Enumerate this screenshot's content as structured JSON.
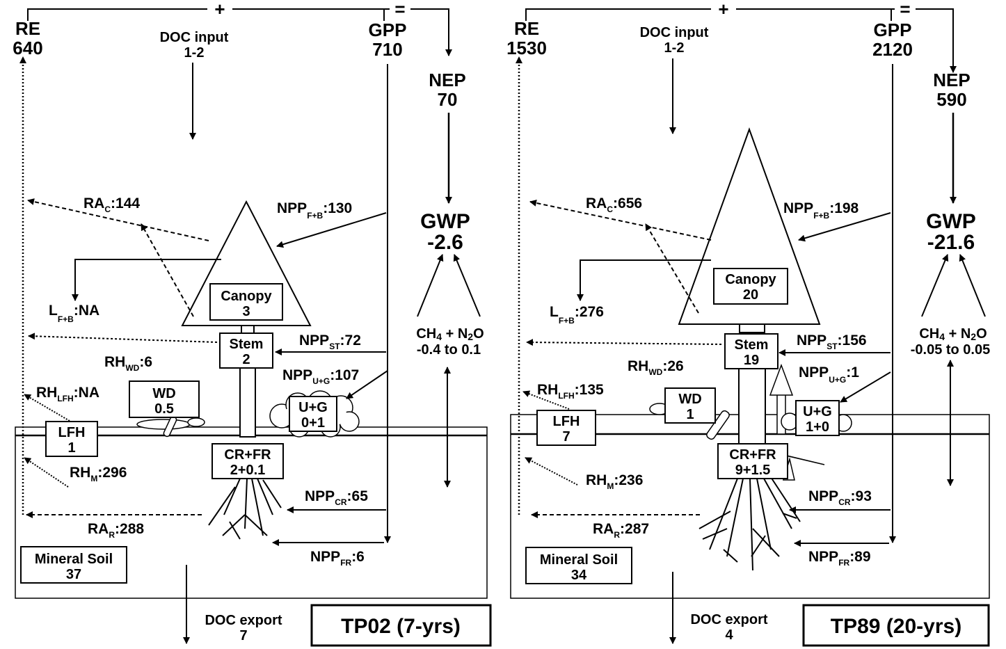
{
  "panels": [
    {
      "id": "tp02",
      "title": "TP02 (7-yrs)",
      "plus": "+",
      "equals": "=",
      "re": {
        "label": "RE",
        "value": "640"
      },
      "gpp": {
        "label": "GPP",
        "value": "710"
      },
      "nep": {
        "label": "NEP",
        "value": "70"
      },
      "gwp": {
        "label": "GWP",
        "value": "-2.6"
      },
      "doc_input": {
        "label": "DOC input",
        "value": "1-2"
      },
      "doc_export": {
        "label": "DOC export",
        "value": "7"
      },
      "gas": {
        "ch4": "CH",
        "ch4_sub": "4",
        "plus": "+",
        "n": "N",
        "n_sub": "2",
        "o": "O",
        "range": "-0.4 to 0.1"
      },
      "ra_c": {
        "base": "RA",
        "sub": "C",
        "value": ":144"
      },
      "npp_fb": {
        "base": "NPP",
        "sub": "F+B",
        "value": ":130"
      },
      "l_fb": {
        "base": "L",
        "sub": "F+B",
        "value": ":NA"
      },
      "canopy": {
        "label": "Canopy",
        "value": "3"
      },
      "stem": {
        "label": "Stem",
        "value": "2"
      },
      "npp_st": {
        "base": "NPP",
        "sub": "ST",
        "value": ":72"
      },
      "rh_wd": {
        "base": "RH",
        "sub": "WD",
        "value": ":6"
      },
      "npp_ug": {
        "base": "NPP",
        "sub": "U+G",
        "value": ":107"
      },
      "wd": {
        "label": "WD",
        "value": "0.5"
      },
      "rh_lfh": {
        "base": "RH",
        "sub": "LFH",
        "value": ":NA"
      },
      "ug": {
        "label": "U+G",
        "value": "0+1"
      },
      "lfh": {
        "label": "LFH",
        "value": "1"
      },
      "crfr": {
        "label": "CR+FR",
        "value": "2+0.1"
      },
      "rh_m": {
        "base": "RH",
        "sub": "M",
        "value": ":296"
      },
      "npp_cr": {
        "base": "NPP",
        "sub": "CR",
        "value": ":65"
      },
      "ra_r": {
        "base": "RA",
        "sub": "R",
        "value": ":288"
      },
      "mineral": {
        "label": "Mineral Soil",
        "value": "37"
      },
      "npp_fr": {
        "base": "NPP",
        "sub": "FR",
        "value": ":6"
      }
    },
    {
      "id": "tp89",
      "title": "TP89 (20-yrs)",
      "plus": "+",
      "equals": "=",
      "re": {
        "label": "RE",
        "value": "1530"
      },
      "gpp": {
        "label": "GPP",
        "value": "2120"
      },
      "nep": {
        "label": "NEP",
        "value": "590"
      },
      "gwp": {
        "label": "GWP",
        "value": "-21.6"
      },
      "doc_input": {
        "label": "DOC input",
        "value": "1-2"
      },
      "doc_export": {
        "label": "DOC export",
        "value": "4"
      },
      "gas": {
        "ch4": "CH",
        "ch4_sub": "4",
        "plus": "+",
        "n": "N",
        "n_sub": "2",
        "o": "O",
        "range": "-0.05 to 0.05"
      },
      "ra_c": {
        "base": "RA",
        "sub": "C",
        "value": ":656"
      },
      "npp_fb": {
        "base": "NPP",
        "sub": "F+B",
        "value": ":198"
      },
      "l_fb": {
        "base": "L",
        "sub": "F+B",
        "value": ":276"
      },
      "canopy": {
        "label": "Canopy",
        "value": "20"
      },
      "stem": {
        "label": "Stem",
        "value": "19"
      },
      "npp_st": {
        "base": "NPP",
        "sub": "ST",
        "value": ":156"
      },
      "rh_wd": {
        "base": "RH",
        "sub": "WD",
        "value": ":26"
      },
      "npp_ug": {
        "base": "NPP",
        "sub": "U+G",
        "value": ":1"
      },
      "wd": {
        "label": "WD",
        "value": "1"
      },
      "rh_lfh": {
        "base": "RH",
        "sub": "LFH",
        "value": ":135"
      },
      "ug": {
        "label": "U+G",
        "value": "1+0"
      },
      "lfh": {
        "label": "LFH",
        "value": "7"
      },
      "crfr": {
        "label": "CR+FR",
        "value": "9+1.5"
      },
      "rh_m": {
        "base": "RH",
        "sub": "M",
        "value": ":236"
      },
      "npp_cr": {
        "base": "NPP",
        "sub": "CR",
        "value": ":93"
      },
      "ra_r": {
        "base": "RA",
        "sub": "R",
        "value": ":287"
      },
      "mineral": {
        "label": "Mineral Soil",
        "value": "34"
      },
      "npp_fr": {
        "base": "NPP",
        "sub": "FR",
        "value": ":89"
      }
    }
  ]
}
